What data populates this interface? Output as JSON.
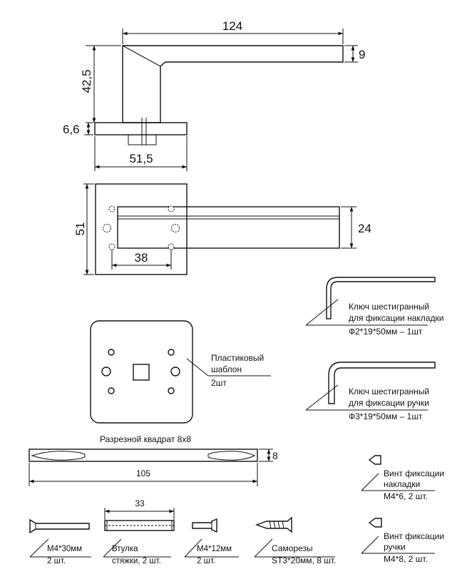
{
  "dimensions": {
    "handle_length": "124",
    "handle_thickness": "9",
    "handle_height": "42,5",
    "rose_thickness": "6,6",
    "rose_width": "51,5",
    "plate_height": "51",
    "hole_spacing": "38",
    "lever_width": "24",
    "square_length": "105",
    "square_width": "8",
    "bushing_length": "33"
  },
  "parts": {
    "hex_key_plate": {
      "line1": "Ключ шестигранный",
      "line2": "для фиксации накладки",
      "spec": "Ф2*19*50мм – 1шт"
    },
    "hex_key_handle": {
      "line1": "Ключ шестигранный",
      "line2": "для фиксации ручки",
      "spec": "Ф3*19*50мм – 1шт"
    },
    "template": {
      "line1": "Пластиковый",
      "line2": "шаблон",
      "qty": "2шт"
    },
    "split_square": {
      "title": "Разрезной квадрат 8х8"
    },
    "set_screw_plate": {
      "line1": "Винт фиксации",
      "line2": "накладки",
      "spec": "M4*6, 2 шт."
    },
    "set_screw_handle": {
      "line1": "Винт фиксации",
      "line2": "ручки",
      "spec": "M4*8, 2 шт."
    },
    "bolt_m4x30": {
      "line1": "M4*30мм",
      "line2": "2 шт."
    },
    "bushing": {
      "line1": "Втулка",
      "line2": "стяжки, 2 шт."
    },
    "bolt_m4x12": {
      "line1": "M4*12мм",
      "line2": "2 шт."
    },
    "self_tapping": {
      "line1": "Саморезы",
      "line2": "ST3*20мм, 8 шт."
    }
  }
}
